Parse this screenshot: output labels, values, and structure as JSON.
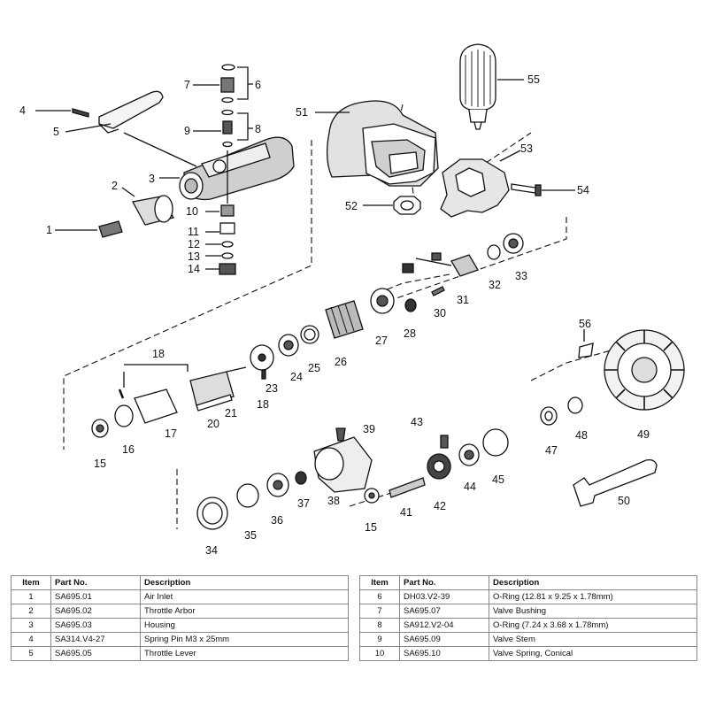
{
  "callouts": [
    "1",
    "2",
    "3",
    "4",
    "5",
    "6",
    "7",
    "8",
    "9",
    "10",
    "11",
    "12",
    "13",
    "14",
    "15",
    "16",
    "17",
    "18",
    "20",
    "21",
    "23",
    "24",
    "25",
    "26",
    "27",
    "28",
    "30",
    "31",
    "32",
    "33",
    "34",
    "35",
    "36",
    "37",
    "38",
    "39",
    "41",
    "42",
    "43",
    "44",
    "45",
    "47",
    "48",
    "49",
    "50",
    "51",
    "52",
    "53",
    "54",
    "55",
    "56"
  ],
  "callouts_repeated": {
    "15": 2,
    "18": 2
  },
  "parts_table": {
    "columns": [
      "Item",
      "Part No.",
      "Description"
    ],
    "left": [
      {
        "item": "1",
        "part": "SA695.01",
        "desc": "Air Inlet"
      },
      {
        "item": "2",
        "part": "SA695.02",
        "desc": "Throttle Arbor"
      },
      {
        "item": "3",
        "part": "SA695.03",
        "desc": "Housing"
      },
      {
        "item": "4",
        "part": "SA314.V4-27",
        "desc": "Spring Pin M3 x 25mm"
      },
      {
        "item": "5",
        "part": "SA695.05",
        "desc": "Throttle Lever"
      }
    ],
    "right": [
      {
        "item": "6",
        "part": "DH03.V2-39",
        "desc": "O-Ring (12.81 x 9.25 x 1.78mm)"
      },
      {
        "item": "7",
        "part": "SA695.07",
        "desc": "Valve Bushing"
      },
      {
        "item": "8",
        "part": "SA912.V2-04",
        "desc": "O-Ring (7.24 x 3.68 x 1.78mm)"
      },
      {
        "item": "9",
        "part": "SA695.09",
        "desc": "Valve Stem"
      },
      {
        "item": "10",
        "part": "SA695.10",
        "desc": "Valve Spring, Conical"
      }
    ]
  },
  "colors": {
    "line": "#111111",
    "shade": "#d9d9d9",
    "dark": "#4a4a4a"
  }
}
